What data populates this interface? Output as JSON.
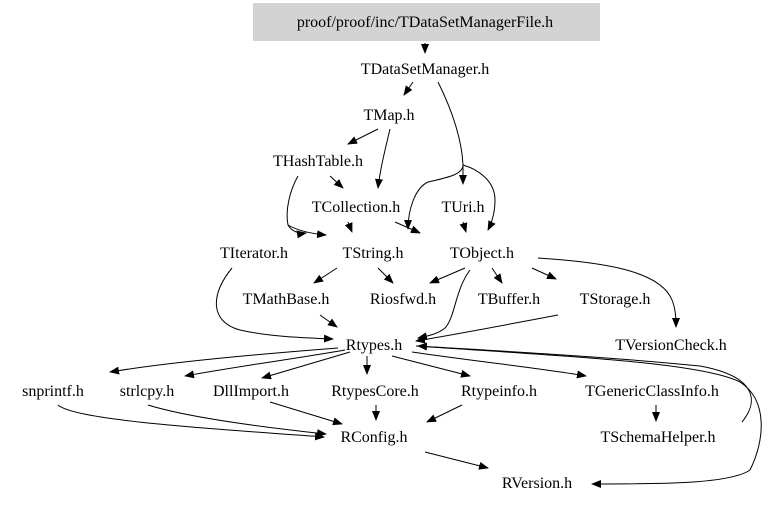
{
  "nodes": {
    "root": "proof/proof/inc/TDataSetManagerFile.h",
    "tdatasetmanager": "TDataSetManager.h",
    "tmap": "TMap.h",
    "thashtable": "THashTable.h",
    "tcollection": "TCollection.h",
    "turi": "TUri.h",
    "titerator": "TIterator.h",
    "tstring": "TString.h",
    "tobject": "TObject.h",
    "tmathbase": "TMathBase.h",
    "riosfwd": "Riosfwd.h",
    "tbuffer": "TBuffer.h",
    "tstorage": "TStorage.h",
    "rtypes": "Rtypes.h",
    "tversioncheck": "TVersionCheck.h",
    "snprintf": "snprintf.h",
    "strlcpy": "strlcpy.h",
    "dllimport": "DllImport.h",
    "rtypescore": "RtypesCore.h",
    "rtypeinfo": "Rtypeinfo.h",
    "tgenericclassinfo": "TGenericClassInfo.h",
    "rconfig": "RConfig.h",
    "tschemahelper": "TSchemaHelper.h",
    "rversion": "RVersion.h"
  },
  "colors": {
    "root_fill": "#d3d3d3",
    "edge": "#000000",
    "text": "#000000"
  }
}
